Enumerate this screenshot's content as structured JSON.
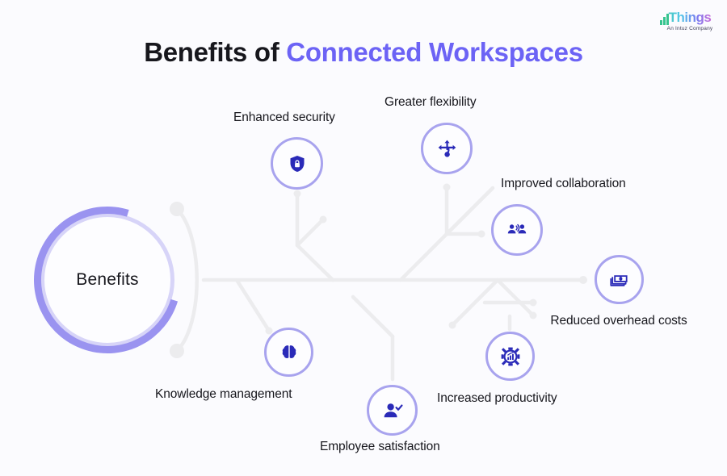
{
  "logo": {
    "wordmark": "Things",
    "tagline": "An Intuz Company",
    "bars_icon": "bar-chart-icon"
  },
  "title": {
    "lead": "Benefits of ",
    "accent": "Connected Workspaces"
  },
  "hub": {
    "label": "Benefits"
  },
  "colors": {
    "background": "#fbfbfe",
    "accent": "#6c63f5",
    "ring": "#a8a3ee",
    "ring_light": "#d7d4f8",
    "arc": "#9a93f0",
    "icon": "#2a2ab8",
    "wire": "#ececee",
    "text": "#17171d"
  },
  "nodes": [
    {
      "id": "enhanced-security",
      "label": "Enhanced security",
      "icon": "shield-lock-icon"
    },
    {
      "id": "greater-flexibility",
      "label": "Greater flexibility",
      "icon": "four-arrows-icon"
    },
    {
      "id": "improved-collaboration",
      "label": "Improved collaboration",
      "icon": "people-talking-icon"
    },
    {
      "id": "reduced-overhead-costs",
      "label": "Reduced overhead costs",
      "icon": "banknotes-icon"
    },
    {
      "id": "increased-productivity",
      "label": "Increased productivity",
      "icon": "gear-chart-icon"
    },
    {
      "id": "employee-satisfaction",
      "label": "Employee satisfaction",
      "icon": "person-check-icon"
    },
    {
      "id": "knowledge-management",
      "label": "Knowledge management",
      "icon": "brain-icon"
    }
  ]
}
